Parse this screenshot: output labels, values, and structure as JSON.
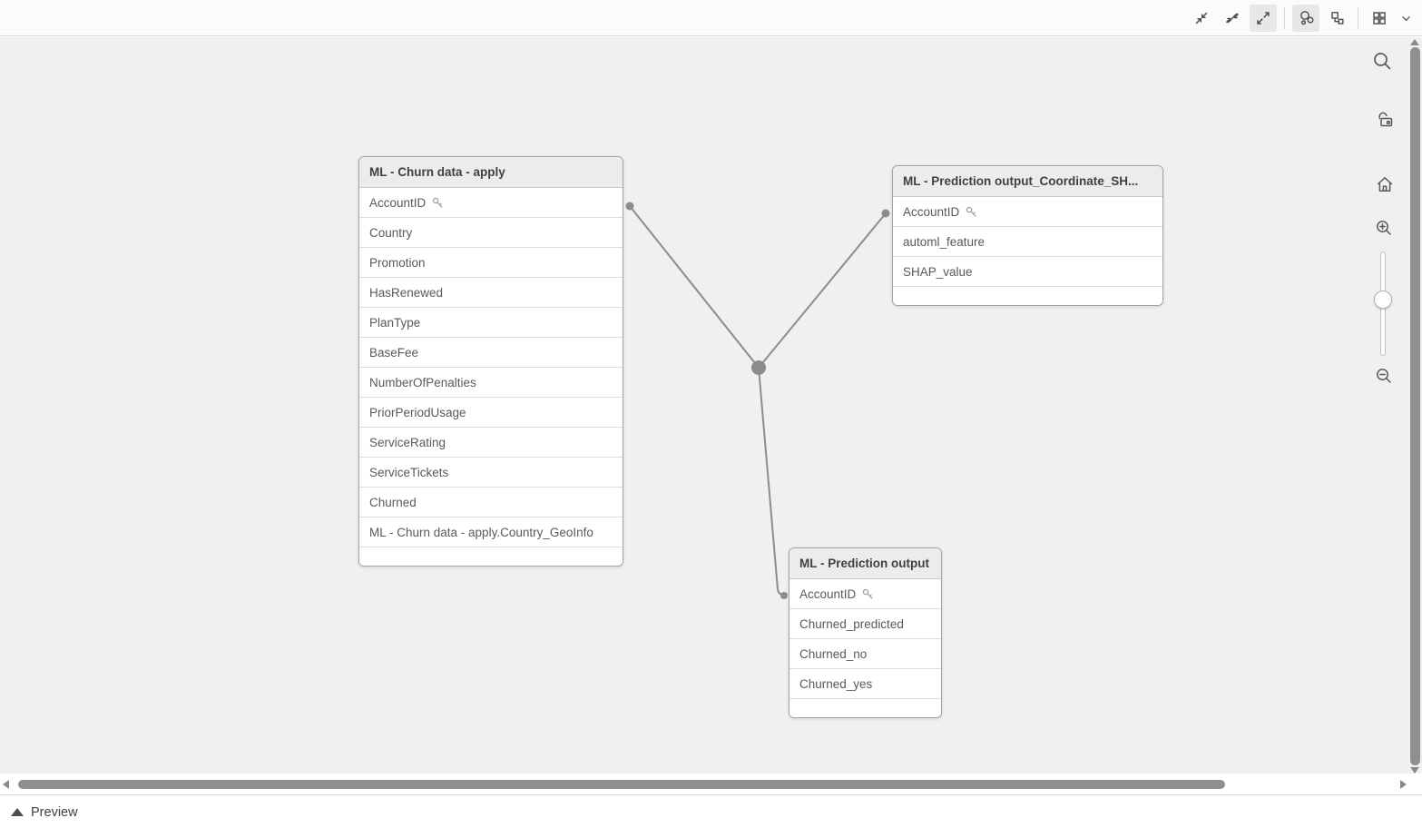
{
  "toolbar": {
    "icons": [
      {
        "name": "collapse-icon",
        "active": false
      },
      {
        "name": "collapse-link-icon",
        "active": false
      },
      {
        "name": "expand-icon",
        "active": true
      },
      {
        "name": "bubble-view-icon",
        "active": true
      },
      {
        "name": "linked-objects-view-icon",
        "active": false
      },
      {
        "name": "grid-layout-icon",
        "active": false
      },
      {
        "name": "chevron-down-icon",
        "active": false
      }
    ]
  },
  "model": {
    "tables": [
      {
        "title": "ML - Churn data - apply",
        "fields": [
          {
            "name": "AccountID",
            "key": true
          },
          {
            "name": "Country"
          },
          {
            "name": "Promotion"
          },
          {
            "name": "HasRenewed"
          },
          {
            "name": "PlanType"
          },
          {
            "name": "BaseFee"
          },
          {
            "name": "NumberOfPenalties"
          },
          {
            "name": "PriorPeriodUsage"
          },
          {
            "name": "ServiceRating"
          },
          {
            "name": "ServiceTickets"
          },
          {
            "name": "Churned"
          },
          {
            "name": "ML - Churn data - apply.Country_GeoInfo"
          }
        ]
      },
      {
        "title": "ML - Prediction output_Coordinate_SH...",
        "fields": [
          {
            "name": "AccountID",
            "key": true
          },
          {
            "name": "automl_feature"
          },
          {
            "name": "SHAP_value"
          }
        ]
      },
      {
        "title": "ML - Prediction output",
        "fields": [
          {
            "name": "AccountID",
            "key": true
          },
          {
            "name": "Churned_predicted"
          },
          {
            "name": "Churned_no"
          },
          {
            "name": "Churned_yes"
          }
        ]
      }
    ],
    "associations": [
      {
        "from": "ML - Churn data - apply.AccountID",
        "to": "ML - Prediction output_Coordinate_SH....AccountID"
      },
      {
        "from": "ML - Churn data - apply.AccountID",
        "to": "ML - Prediction output.AccountID"
      }
    ]
  },
  "side_controls": {
    "icons": [
      "search-icon",
      "unlock-icon",
      "home-icon",
      "zoom-in-icon",
      "zoom-out-icon"
    ]
  },
  "footer": {
    "preview_label": "Preview"
  },
  "colors": {
    "canvas_bg": "#f0f0f0",
    "connector": "#8c8c8c",
    "table_header_bg": "#ececec",
    "selected_icon_bg": "#e7e7e7",
    "scroll_thumb": "#8f8f8f"
  }
}
